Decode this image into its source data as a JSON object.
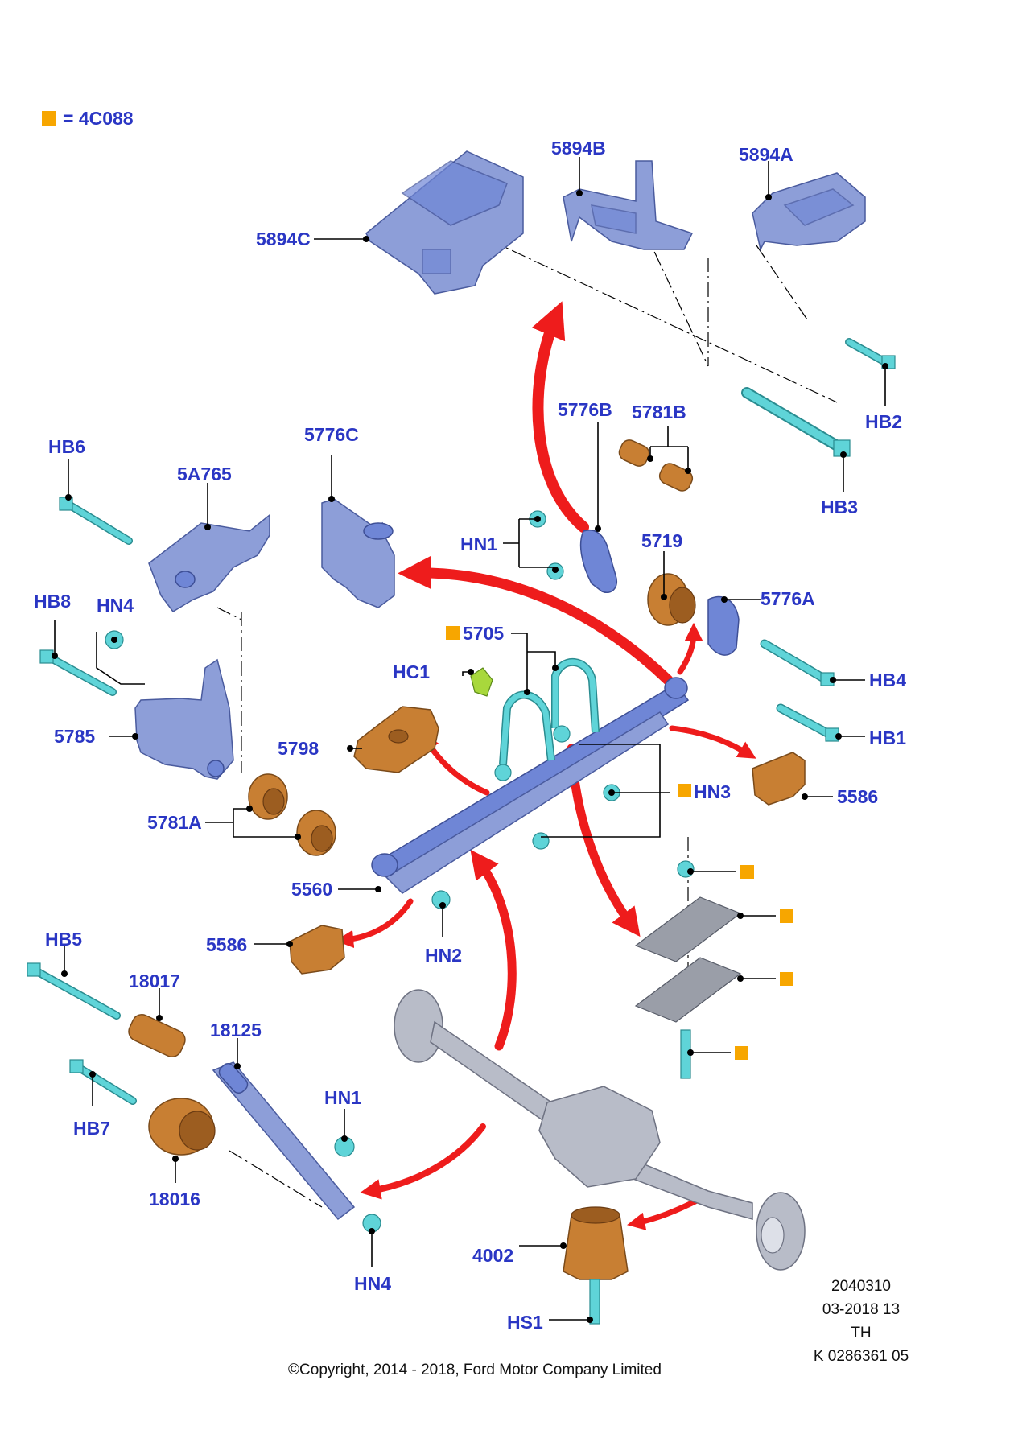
{
  "legend": {
    "swatch_color": "#f7a600",
    "text": "= 4C088"
  },
  "colors": {
    "label_blue": "#2a36c4",
    "arrow_red": "#ee1c1c",
    "legend_orange": "#f7a600"
  },
  "labels": {
    "5894C": "5894C",
    "5894B": "5894B",
    "5894A": "5894A",
    "HB2": "HB2",
    "HB3": "HB3",
    "5776B": "5776B",
    "5781B": "5781B",
    "HB6": "HB6",
    "5776C": "5776C",
    "5A765": "5A765",
    "HN1_top": "HN1",
    "5719": "5719",
    "5776A": "5776A",
    "HB8": "HB8",
    "HN4_top": "HN4",
    "5705": "5705",
    "HC1": "HC1",
    "HB4": "HB4",
    "5785": "5785",
    "5798": "5798",
    "HB1": "HB1",
    "HN3": "HN3",
    "5586_right": "5586",
    "5781A": "5781A",
    "5560": "5560",
    "5586_left": "5586",
    "HN2": "HN2",
    "HB5": "HB5",
    "18017": "18017",
    "18125": "18125",
    "HN1_bottom": "HN1",
    "HB7": "HB7",
    "18016": "18016",
    "4002": "4002",
    "HN4_bottom": "HN4",
    "HS1": "HS1"
  },
  "info_block": {
    "line1": "2040310",
    "line2": "03-2018 13",
    "line3": "TH",
    "line4": "K 0286361 05"
  },
  "copyright": "©Copyright, 2014 - 2018, Ford Motor Company Limited"
}
